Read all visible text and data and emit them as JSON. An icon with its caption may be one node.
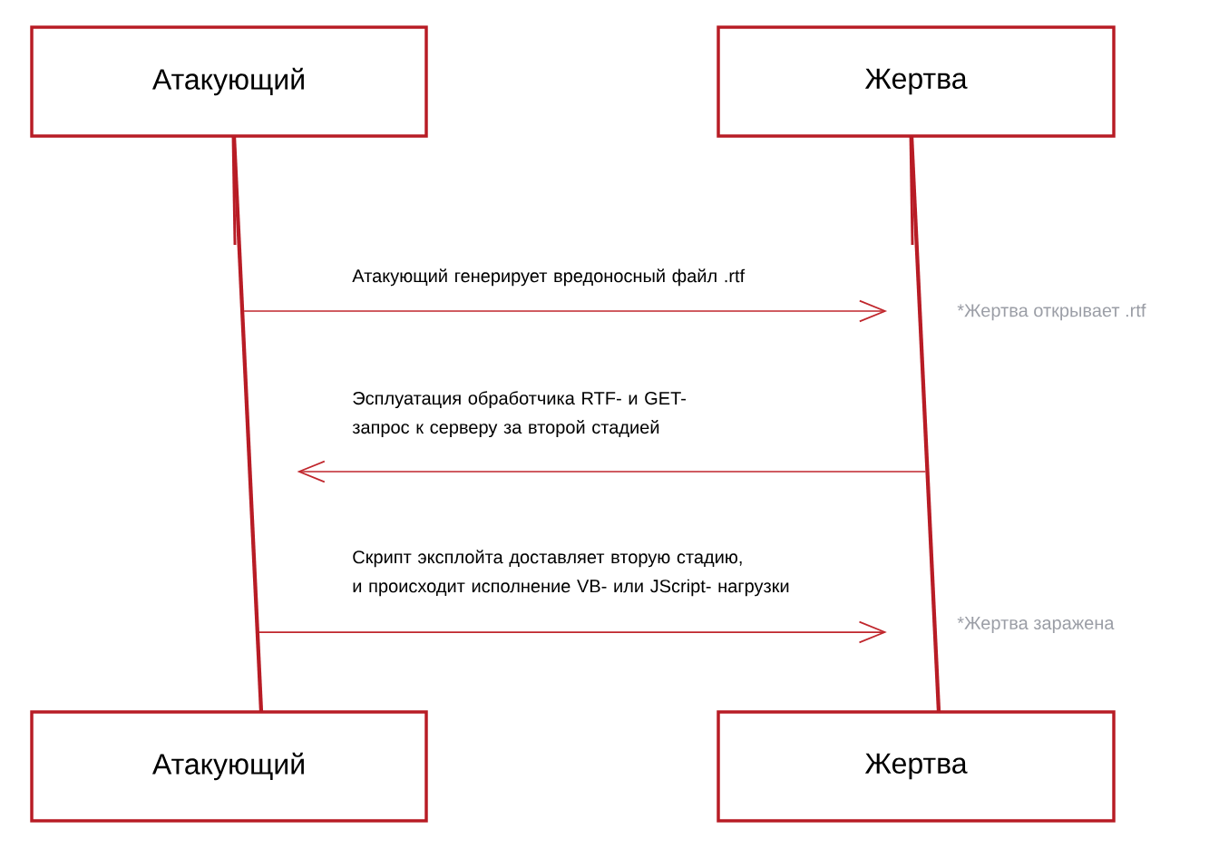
{
  "diagram": {
    "nodes": [
      {
        "text": [
          "Атакующий"
        ]
      },
      {
        "text": [
          "Жертва"
        ]
      },
      {
        "text": [],
        "shape": "line"
      },
      {
        "text": [],
        "shape": "line"
      },
      {
        "text": [
          "Атакующий"
        ]
      },
      {
        "text": [
          "Жертва"
        ]
      }
    ],
    "edges": [
      {
        "from": 2,
        "to": 3,
        "arrow": "to",
        "label": "Атакующий генерирует вредоносный файл .rtf"
      },
      {
        "from": 3,
        "to": 2,
        "arrow": "to",
        "label": "Эсплуатация обработчика RTF- и GET- запрос к серверу за второй стадией"
      },
      {
        "from": 2,
        "to": 3,
        "arrow": "to",
        "label": "Скрипт эксплойта доставляет вторую стадию, и происходит исполнение VB- или JScript- нагрузки"
      }
    ],
    "labels": [
      "*Жертва открывает .rtf",
      "*Жертва заражена"
    ]
  }
}
